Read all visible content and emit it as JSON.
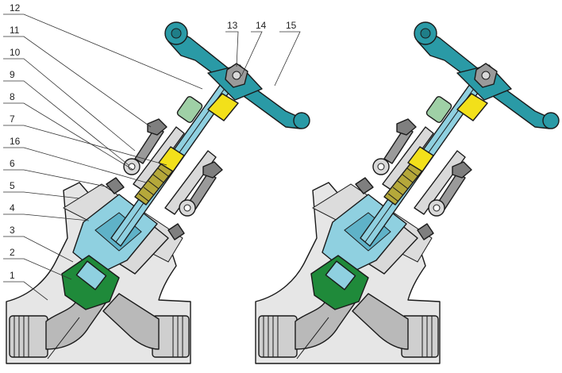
{
  "diagram": {
    "part_labels": [
      "1",
      "2",
      "3",
      "4",
      "5",
      "16",
      "6",
      "7",
      "8",
      "9",
      "10",
      "11",
      "12",
      "13",
      "14",
      "15"
    ]
  },
  "colors": {
    "outline": "#1a1a1a",
    "body": "#e6e6e6",
    "body_shade": "#cfcfcf",
    "bonnet_steel": "#d9d9d9",
    "stem_blue": "#8fd0e0",
    "stem_blue_dark": "#5fb2c8",
    "handwheel_teal": "#2a9aa6",
    "disc_green": "#1f8a3a",
    "gland_yellow": "#f2e01a",
    "packing_olive": "#b5a83a",
    "bolt_grey": "#9a9a9a",
    "nameplate_green": "#9fd0a6"
  }
}
